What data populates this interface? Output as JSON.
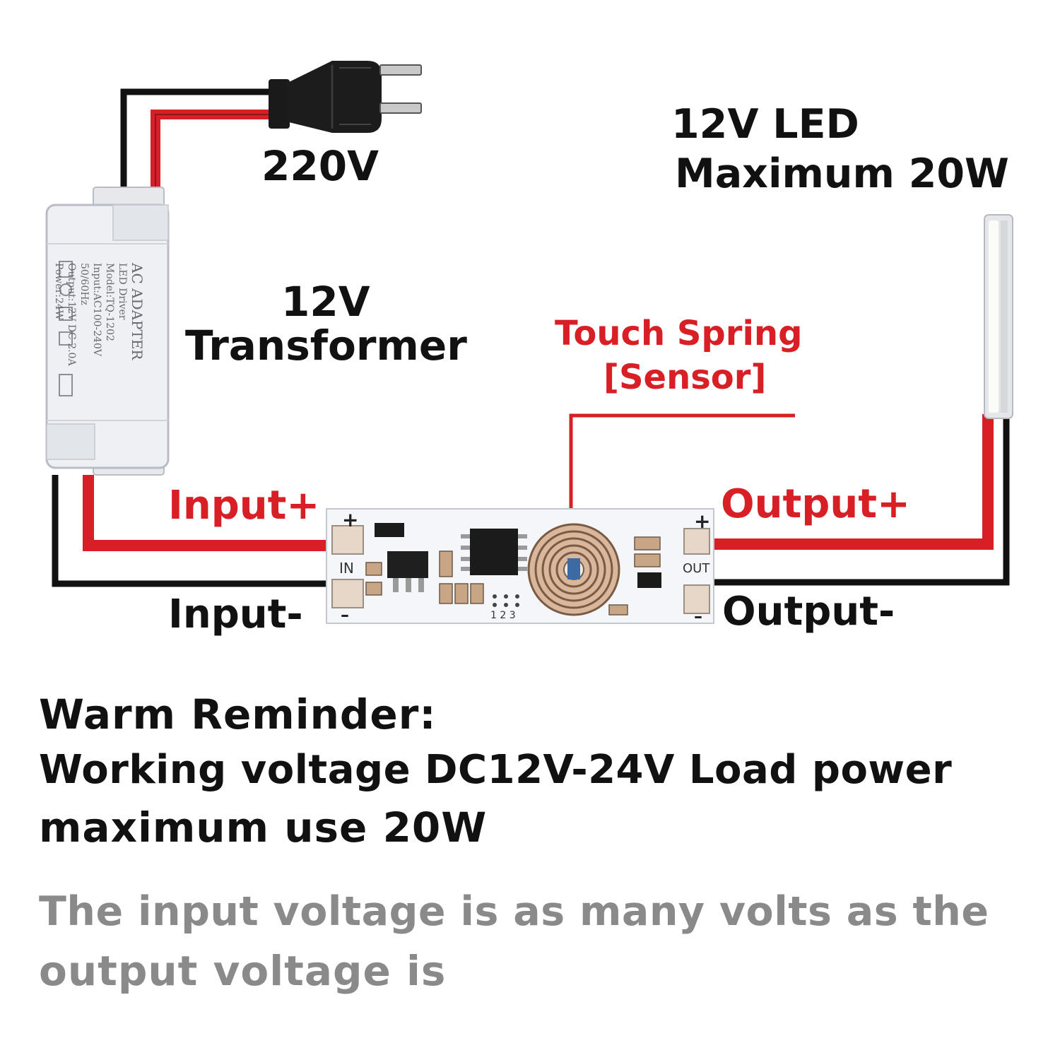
{
  "labels": {
    "plug_voltage": "220V",
    "led_title_line1": "12V LED",
    "led_title_line2": "Maximum 20W",
    "transformer_line1": "12V",
    "transformer_line2": "Transformer",
    "sensor_line1": "Touch Spring",
    "sensor_line2": "[Sensor]",
    "input_plus": "Input+",
    "input_minus": "Input-",
    "output_plus": "Output+",
    "output_minus": "Output-"
  },
  "board": {
    "in_label": "IN",
    "out_label": "OUT",
    "plus": "+",
    "minus": "–",
    "pin_numbers": "1 2 3"
  },
  "adapter": {
    "lines": [
      "AC ADAPTER",
      "LED Driver",
      "Model:TQ-1202",
      "Input:AC100-240V 50/60Hz",
      "Output:12V DC 2.0A",
      "Power:24W"
    ]
  },
  "reminder": {
    "heading": "Warm Reminder:",
    "line1": "Working voltage DC12V-24V Load power",
    "line2": "maximum use 20W"
  },
  "note": {
    "line1": "The input voltage is as many volts as the",
    "line2": "output voltage is"
  },
  "colors": {
    "positive_wire": "#d81f26",
    "negative_wire": "#111111",
    "note_text": "#8a8a8a",
    "pcb": "#f2f4f7"
  }
}
